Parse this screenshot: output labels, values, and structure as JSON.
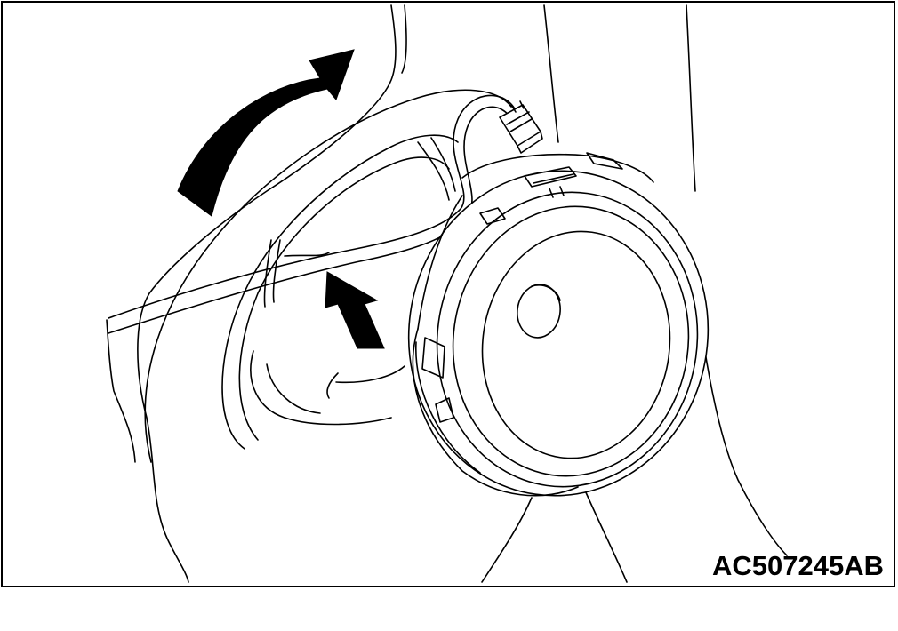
{
  "figure": {
    "code": "AC507245AB"
  },
  "colors": {
    "line": "#000000",
    "background": "#ffffff"
  },
  "icons": {
    "rotate_arrow": "curved-rotation-arrow",
    "push_arrow": "straight-insertion-arrow"
  }
}
